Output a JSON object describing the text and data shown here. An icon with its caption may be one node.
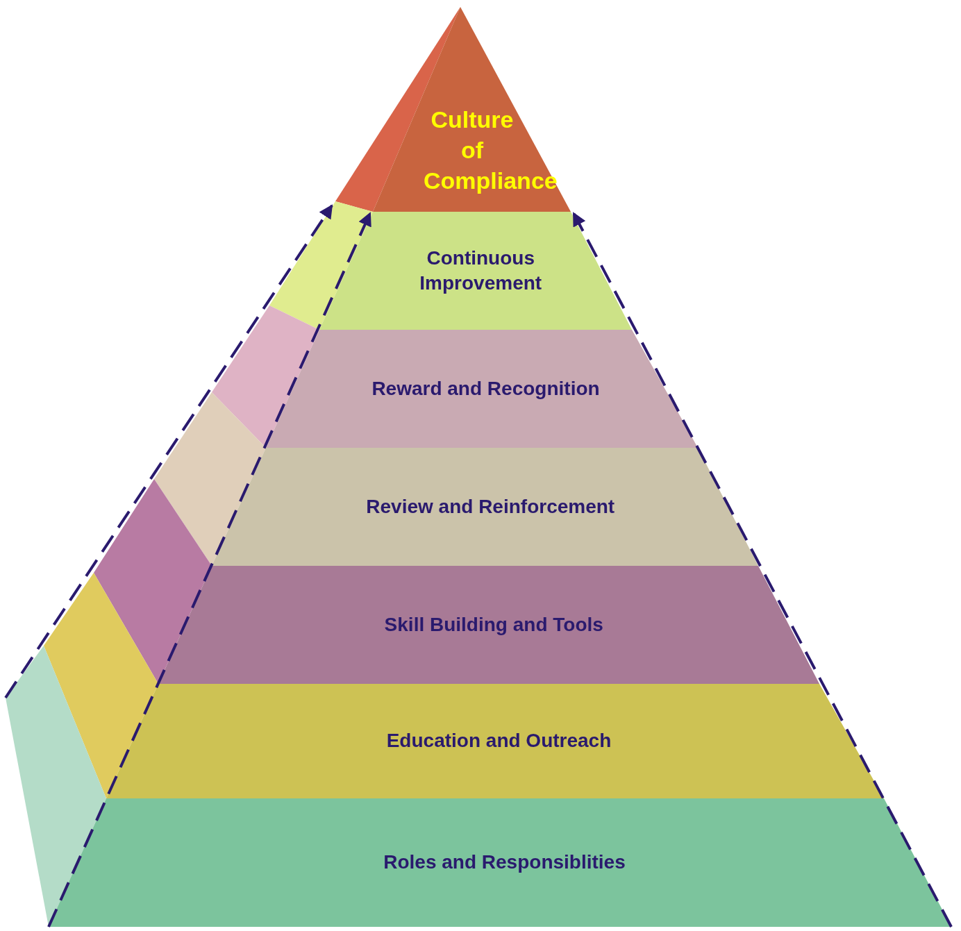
{
  "diagram": {
    "nodes": [
      {
        "text": [
          "Culture of Compliance"
        ]
      },
      {
        "text": [
          "Continuous Improvement"
        ]
      },
      {
        "text": [
          "Reward and Recognition"
        ]
      },
      {
        "text": [
          "Review and Reinforcement"
        ]
      },
      {
        "text": [
          "Skill Building and Tools"
        ]
      },
      {
        "text": [
          "Education and Outreach"
        ]
      },
      {
        "text": [
          "Roles and Responsiblities"
        ]
      }
    ],
    "edges": [
      {
        "from": null,
        "to": 0,
        "arrow": "to",
        "style": "dashed"
      },
      {
        "from": 6,
        "to": 0,
        "arrow": "to",
        "style": "dashed"
      },
      {
        "from": 6,
        "to": 0,
        "arrow": "to",
        "style": "dashed"
      }
    ]
  }
}
